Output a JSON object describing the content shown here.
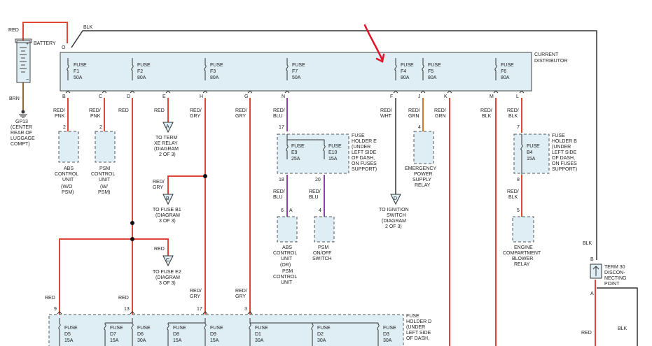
{
  "colors": {
    "red": "#e0453a",
    "purple": "#8e3fa8",
    "orange": "#d07a2e",
    "black": "#333333",
    "brown": "#8b6b3d",
    "box_fill": "#dfeef5",
    "marker": "#e0152a"
  },
  "battery": {
    "label": "BATTERY",
    "wire_top": "RED",
    "wire_bottom": "BRN",
    "wire_out": "BLK",
    "ground": "GP13",
    "ground_desc": [
      "(CENTER",
      "REAR OF",
      "LUGGAGE",
      "COMPT)"
    ]
  },
  "distributor": {
    "title": [
      "CURRENT",
      "DISTRIBUTOR"
    ],
    "fuses": [
      {
        "name": "FUSE",
        "id": "F1",
        "amp": "50A"
      },
      {
        "name": "FUSE",
        "id": "F2",
        "amp": "80A"
      },
      {
        "name": "FUSE",
        "id": "F3",
        "amp": "80A"
      },
      {
        "name": "FUSE",
        "id": "F7",
        "amp": "50A"
      },
      {
        "name": "FUSE",
        "id": "F4",
        "amp": "80A"
      },
      {
        "name": "FUSE",
        "id": "F5",
        "amp": "80A"
      },
      {
        "name": "FUSE",
        "id": "F6",
        "amp": "80A"
      }
    ],
    "pins": [
      "B",
      "C",
      "D",
      "E",
      "H",
      "G",
      "N",
      "F",
      "J",
      "K",
      "M",
      "L"
    ],
    "top_pin": "O"
  },
  "wires": {
    "b": [
      "RED/",
      "PNK"
    ],
    "c": [
      "RED/",
      "PNK"
    ],
    "d": [
      "RED"
    ],
    "e": [
      "RED"
    ],
    "h": [
      "RED/",
      "GRY"
    ],
    "g": [
      "RED/",
      "GRY"
    ],
    "n": [
      "RED/",
      "BLU"
    ],
    "f": [
      "RED/",
      "WHT"
    ],
    "j": [
      "RED/",
      "GRN"
    ],
    "k": [
      "RED/",
      "GRN"
    ],
    "m": [
      "RED/",
      "BLK"
    ],
    "l": [
      "RED/",
      "BLK"
    ],
    "h_branch": [
      "RED/",
      "GRY"
    ],
    "d_branch": [
      "RED"
    ],
    "e9": [
      "RED/",
      "BLU"
    ],
    "e10": [
      "RED/",
      "BLU"
    ],
    "b4": [
      "RED/",
      "BLK"
    ],
    "d5": [
      "RED"
    ],
    "d7": [
      "RED"
    ],
    "d9": [
      "RED/",
      "GRY"
    ],
    "d1": [
      "RED/",
      "GRY"
    ],
    "term_top": "BLK",
    "term_bottom": "RED",
    "term_right": "BLK"
  },
  "pin_numbers": {
    "b": "2",
    "c": "2",
    "e9_in": "17",
    "e9_out": "18",
    "e10_out": "20",
    "j": "4",
    "b4_in": "7",
    "b4_out": "8",
    "blower": "5",
    "abs2": "6",
    "abs2_a": "A",
    "psm2": "4",
    "d5": "9",
    "d7": "13",
    "d9": "17",
    "d1": "3",
    "term_b": "B",
    "term_a": "A"
  },
  "components": {
    "abs1": [
      "ABS",
      "CONTROL",
      "UNIT",
      "(W/O",
      "PSM)"
    ],
    "psm1": [
      "PSM",
      "CONTROL",
      "UNIT",
      "(W/",
      "PSM)"
    ],
    "emerg": [
      "EMERGENCY",
      "POWER",
      "SUPPLY",
      "RELAY"
    ],
    "abs2": [
      "ABS",
      "CONTROL",
      "UNIT",
      "(OR)",
      "PSM",
      "CONTROL",
      "UNIT"
    ],
    "psm_switch": [
      "PSM",
      "ON/OFF",
      "SWITCH"
    ],
    "blower": [
      "ENGINE",
      "COMPARTMENT",
      "BLOWER",
      "RELAY"
    ]
  },
  "connectors": {
    "a": {
      "letter": "A",
      "text": [
        "TO TERM",
        "XE RELAY",
        "(DIAGRAM",
        "2 OF 3)"
      ]
    },
    "b": {
      "letter": "B",
      "text": [
        "TO FUSE B1",
        "(DIAGRAM",
        "3 OF 3)"
      ]
    },
    "c": {
      "letter": "C",
      "text": [
        "TO FUSE E2",
        "(DIAGRAM",
        "3 OF 3)"
      ]
    },
    "d": {
      "letter": "D",
      "text": [
        "TO IGNITION",
        "SWITCH",
        "(DIAGRAM",
        "2 OF 3)"
      ]
    }
  },
  "holder_e": {
    "title": [
      "FUSE",
      "HOLDER E",
      "(UNDER",
      "LEFT SIDE",
      "OF DASH,",
      "ON FUSES",
      "SUPPORT)"
    ],
    "fuses": [
      {
        "name": "FUSE",
        "id": "E9",
        "amp": "25A"
      },
      {
        "name": "FUSE",
        "id": "E10",
        "amp": "15A"
      }
    ]
  },
  "holder_b": {
    "title": [
      "FUSE",
      "HOLDER B",
      "(UNDER",
      "LEFT SIDE",
      "OF DASH,",
      "ON FUSES",
      "SUPPORT)"
    ],
    "fuse": {
      "name": "FUSE",
      "id": "B4",
      "amp": "15A"
    }
  },
  "holder_d": {
    "title": [
      "FUSE",
      "HOLDER D",
      "(UNDER",
      "LEFT SIDE",
      "OF DASH,"
    ],
    "fuses": [
      {
        "name": "FUSE",
        "id": "D5",
        "amp": "15A"
      },
      {
        "name": "FUSE",
        "id": "D7",
        "amp": "15A"
      },
      {
        "name": "FUSE",
        "id": "D6",
        "amp": "30A"
      },
      {
        "name": "FUSE",
        "id": "D8",
        "amp": "15A"
      },
      {
        "name": "FUSE",
        "id": "D9",
        "amp": "15A"
      },
      {
        "name": "FUSE",
        "id": "D1",
        "amp": "30A"
      },
      {
        "name": "FUSE",
        "id": "D2",
        "amp": "30A"
      },
      {
        "name": "FUSE",
        "id": "D3",
        "amp": "30A"
      }
    ]
  },
  "term30": [
    "TERM 30",
    "DISCON-",
    "NECTING",
    "POINT"
  ]
}
